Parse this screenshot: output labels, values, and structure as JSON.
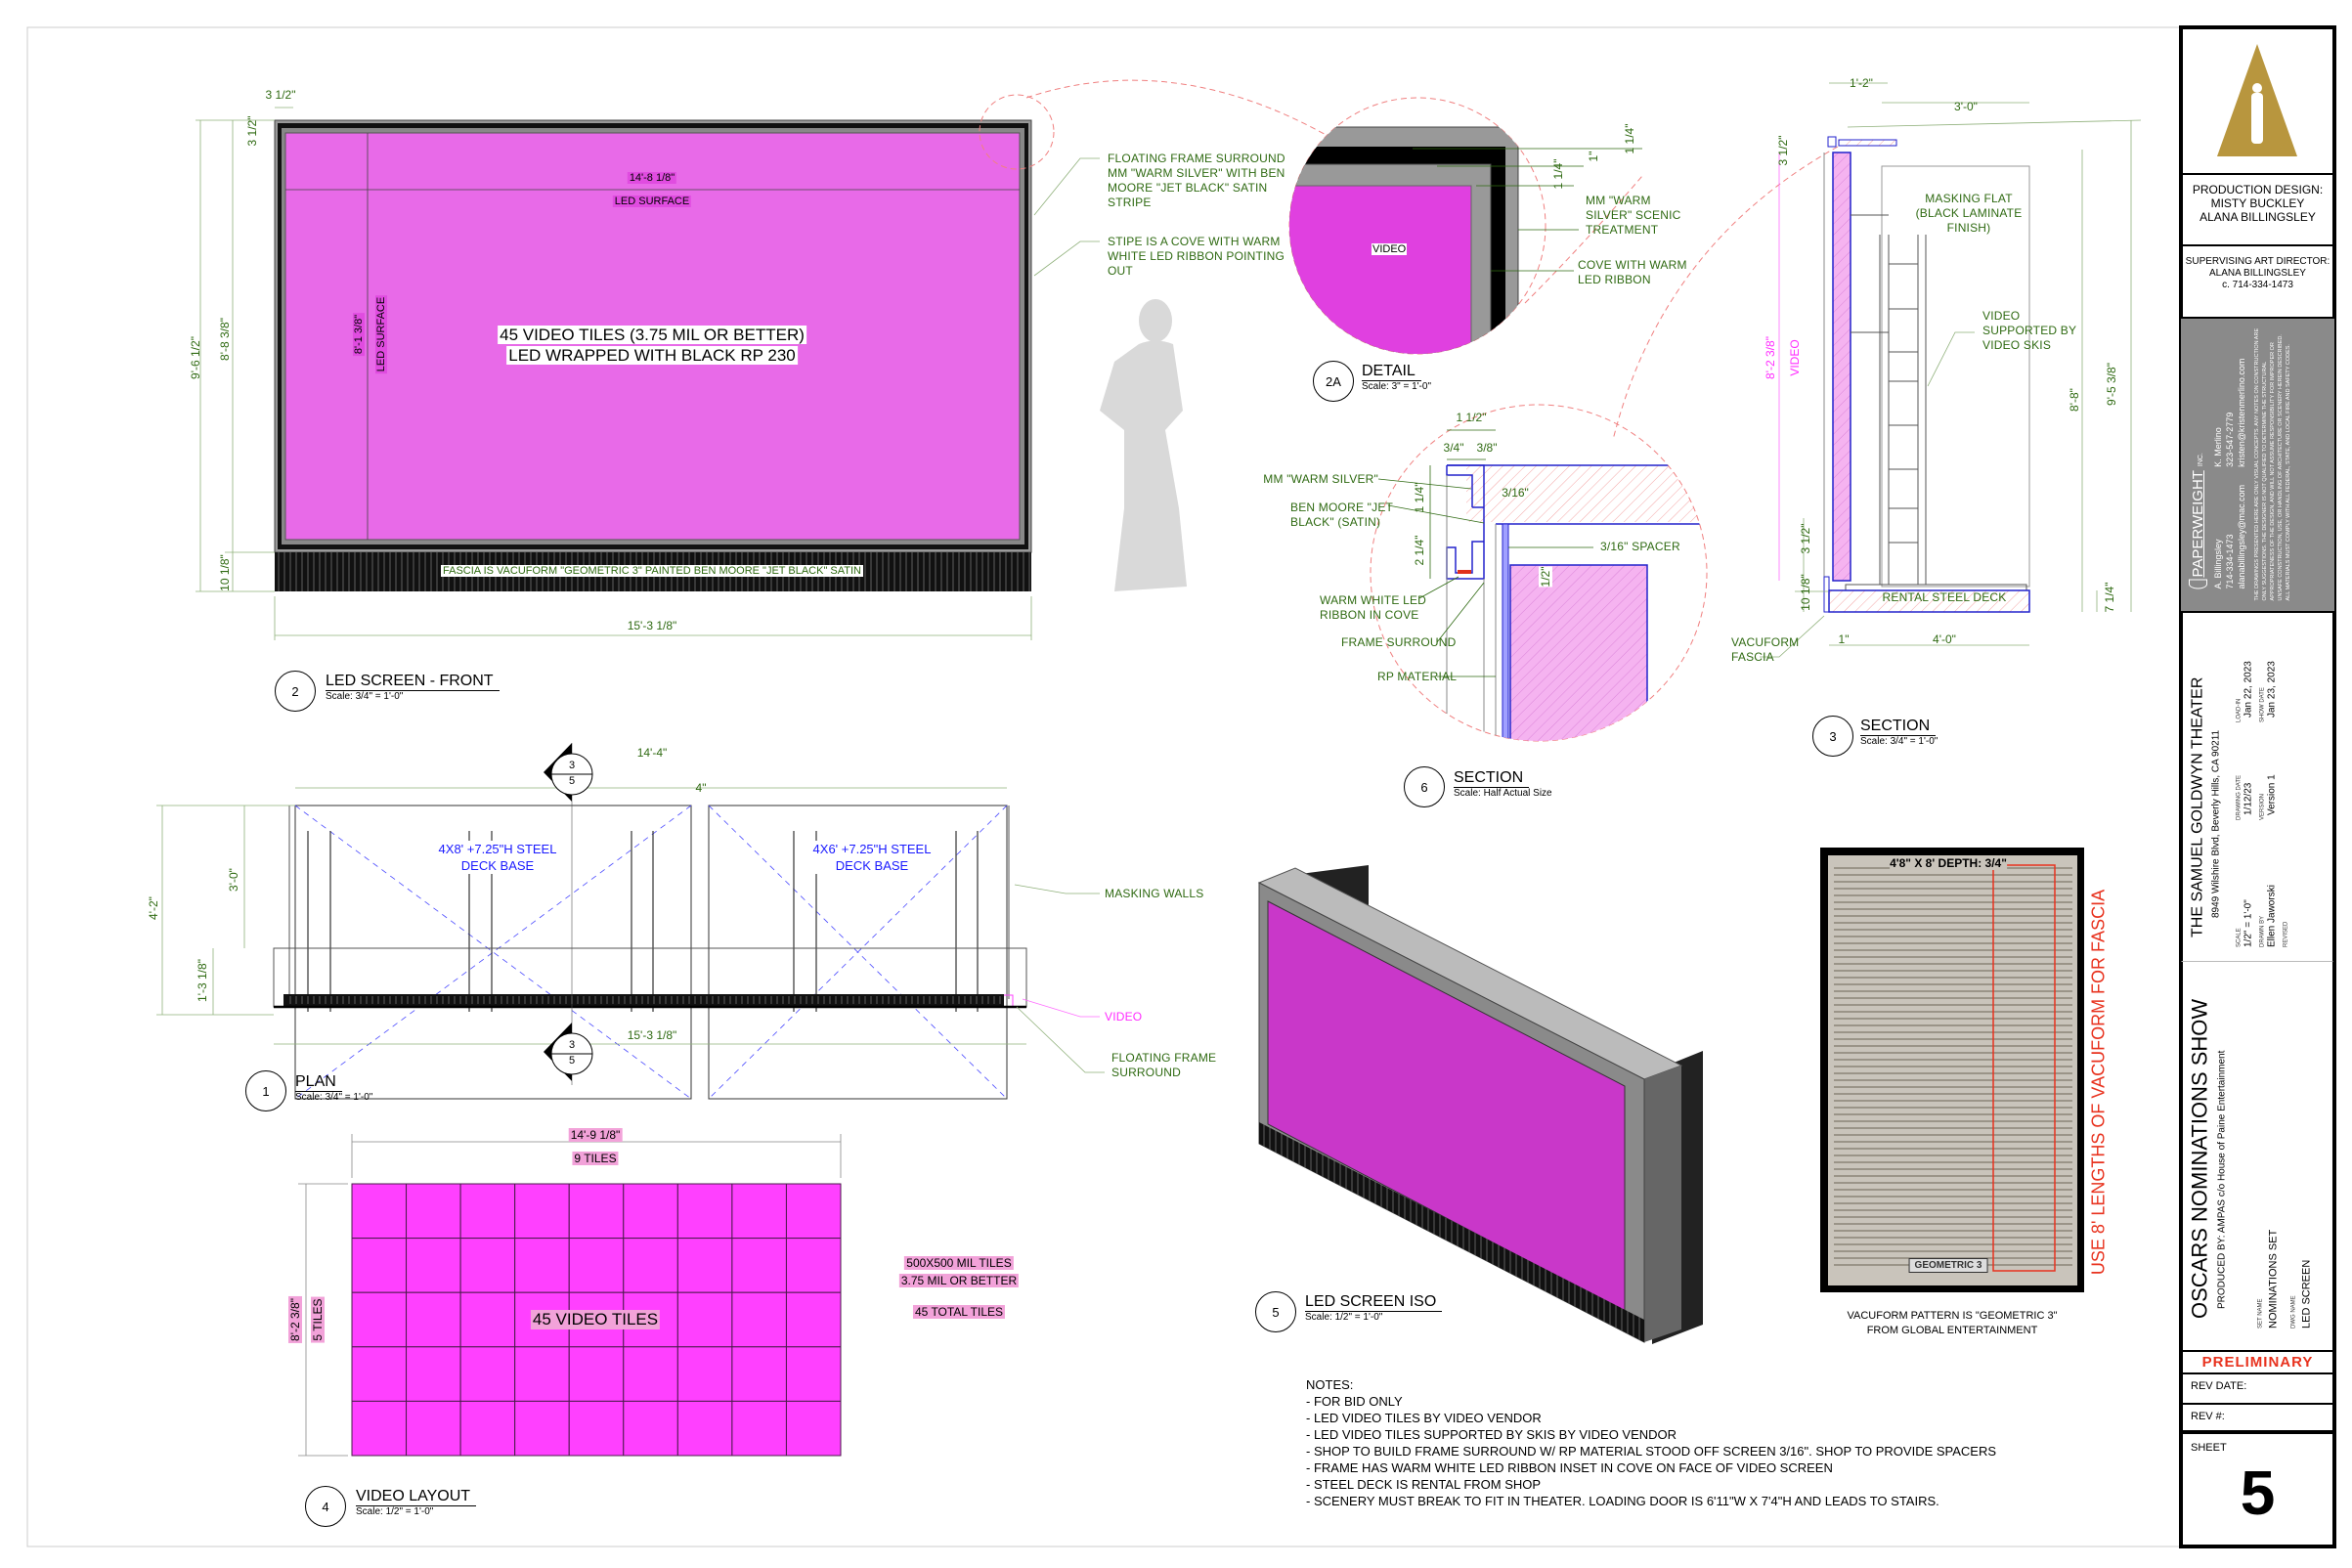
{
  "front": {
    "title": "LED SCREEN - FRONT",
    "number": "2",
    "scale": "Scale: 3/4\" = 1'-0\"",
    "dims": {
      "top_3_1_2": "3 1/2\"",
      "side_3_1_2": "3 1/2\"",
      "overall_h": "9'-6 1/2\"",
      "frame_h": "8'-8 3/8\"",
      "fascia_h": "10 1/8\"",
      "led_w": "14'-8 1/8\"",
      "led_h": "8'-1 3/8\"",
      "overall_w": "15'-3 1/8\""
    },
    "led_surface": "LED SURFACE",
    "main_line1": "45 VIDEO TILES (3.75 MIL OR BETTER)",
    "main_line2": "LED WRAPPED WITH BLACK RP 230",
    "fascia_note": "FASCIA IS VACUFORM \"GEOMETRIC 3\" PAINTED BEN MOORE \"JET BLACK\" SATIN",
    "note_frame": [
      "FLOATING FRAME SURROUND",
      "MM \"WARM SILVER\" WITH BEN",
      "MOORE \"JET BLACK\" SATIN",
      "STRIPE"
    ],
    "note_stripe": [
      "STIPE IS A COVE WITH WARM",
      "WHITE LED RIBBON POINTING",
      "OUT"
    ]
  },
  "detail": {
    "number": "2A",
    "title": "DETAIL",
    "scale": "Scale: 3\" = 1'-0\"",
    "video": "VIDEO",
    "dims": [
      "1 1/4\"",
      "1\"",
      "1 1/4\""
    ],
    "note_silver": [
      "MM \"WARM",
      "SILVER\" SCENIC",
      "TREATMENT"
    ],
    "note_cove": [
      "COVE WITH WARM",
      "LED RIBBON"
    ]
  },
  "section6": {
    "number": "6",
    "title": "SECTION",
    "scale": "Scale: Half Actual Size",
    "dims": {
      "w_total": "1 1/2\"",
      "w_a": "3/4\"",
      "w_b": "3/8\"",
      "gap": "3/16\"",
      "h_a": "1 1/4\"",
      "h_b": "2 1/4\"",
      "h_c": "1/2\""
    },
    "labels": {
      "silver": "MM \"WARM SILVER\"",
      "black1": "BEN MOORE \"JET",
      "black2": "BLACK\" (SATIN)",
      "led1": "WARM WHITE LED",
      "led2": "RIBBON IN COVE",
      "frame": "FRAME SURROUND",
      "rp": "RP MATERIAL",
      "spacer": "3/16\" SPACER"
    }
  },
  "section3": {
    "number": "3",
    "title": "SECTION",
    "scale": "Scale: 3/4\" = 1'-0\"",
    "dims": {
      "d1": "1'-2\"",
      "d2": "3'-0\"",
      "top": "3 1/2\"",
      "video_h": "8'-2 3/8\"",
      "mask_h": "8'-8\"",
      "total_h": "9'-5 3/8\"",
      "bot": "3 1/2\"",
      "fascia": "10 1/8\"",
      "deck_h": "7 1/4\"",
      "gap": "1\"",
      "deck_w": "4'-0\""
    },
    "video": "VIDEO",
    "masking": [
      "MASKING FLAT",
      "(BLACK LAMINATE",
      "FINISH)"
    ],
    "skis": [
      "VIDEO",
      "SUPPORTED BY",
      "VIDEO SKIS"
    ],
    "deck": "RENTAL STEEL DECK",
    "fascia": [
      "VACUFORM",
      "FASCIA"
    ]
  },
  "plan": {
    "number": "1",
    "title": "PLAN",
    "scale": "Scale: 3/4\" = 1'-0\"",
    "dims": {
      "w": "14'-4\"",
      "gap": "4\"",
      "d": "4'-2\"",
      "deck": "3'-0\"",
      "front": "1'-3 1/8\"",
      "overall": "15'-3 1/8\""
    },
    "deck_a": [
      "4X8' +7.25\"H STEEL",
      "DECK BASE"
    ],
    "deck_b": [
      "4X6' +7.25\"H STEEL",
      "DECK BASE"
    ],
    "marker_top": "3",
    "marker_bottom": "5",
    "note_masking": "MASKING WALLS",
    "note_video": "VIDEO",
    "note_frame": [
      "FLOATING FRAME",
      "SURROUND"
    ]
  },
  "layout": {
    "number": "4",
    "title": "VIDEO LAYOUT",
    "scale": "Scale: 1/2\" = 1'-0\"",
    "width": "14'-9 1/8\"",
    "cols_label": "9 TILES",
    "height": "8'-2 3/8\"",
    "rows_label": "5 TILES",
    "cols": 9,
    "rows": 5,
    "center": "45 VIDEO TILES",
    "spec1": "500X500 MIL TILES",
    "spec2": "3.75 MIL OR BETTER",
    "total": "45 TOTAL TILES"
  },
  "iso": {
    "number": "5",
    "title": "LED SCREEN ISO",
    "scale": "Scale: 1/2\" = 1'-0\""
  },
  "vacuform": {
    "header": "4'8\" X 8' DEPTH: 3/4\"",
    "tag": "GEOMETRIC 3",
    "caption1": "VACUFORM PATTERN IS \"GEOMETRIC 3\"",
    "caption2": "FROM GLOBAL ENTERTAINMENT",
    "side_note": "USE 8' LENGTHS OF VACUFORM FOR FASCIA"
  },
  "notes": {
    "heading": "NOTES:",
    "items": [
      "- FOR BID ONLY",
      "- LED VIDEO TILES BY VIDEO VENDOR",
      "- LED VIDEO TILES SUPPORTED BY SKIS BY VIDEO VENDOR",
      "- SHOP TO BUILD FRAME SURROUND W/ RP MATERIAL STOOD OFF SCREEN 3/16\". SHOP TO PROVIDE SPACERS",
      "- FRAME HAS WARM WHITE LED RIBBON INSET IN COVE ON FACE OF VIDEO SCREEN",
      "- STEEL DECK IS RENTAL FROM SHOP",
      "- SCENERY MUST BREAK TO FIT IN THEATER. LOADING DOOR IS 6'11\"W X 7'4\"H AND LEADS TO STAIRS."
    ]
  },
  "title_block": {
    "logo": "oscar-statuette-logo",
    "production_design_label": "PRODUCTION DESIGN:",
    "production_design_names": [
      "MISTY BUCKLEY",
      "ALANA BILLINGSLEY"
    ],
    "supervising_label": "SUPERVISING ART DIRECTOR:",
    "supervising_name": "ALANA BILLINGSLEY",
    "supervising_phone": "c. 714-334-1473",
    "company": "PAPERWEIGHT",
    "company_suffix": "INC.",
    "contact_a": {
      "name": "A. Billingsley",
      "phone": "714-334-1473",
      "email": "alanabillingsley@mac.com"
    },
    "contact_b": {
      "name": "K. Merlino",
      "phone": "323-547-2779",
      "email": "kristen@kristenmerlino.com"
    },
    "disclaimer": "THE DRAWINGS PRESENTED HERE ARE ONLY VISUAL CONCEPTS. ANY NOTES ON CONSTRUCTION ARE ONLY SUGGESTIONS. THE DESIGNER IS NOT QUALIFIED TO DETERMINE THE STRUCTURAL APPROPRIATENESS OF THE DESIGN, AND WILL NOT ASSUME RESPONSIBILITY FOR IMPROPER OR UNSAFE CONSTRUCTION, USE, OR HANDLING OF ARCHITECTURE OR SCENERY HEREIN DESCRIBED. ALL MATERIALS MUST COMPLY WITH ALL FEDERAL, STATE, AND LOCAL FIRE AND SAFETY CODES.",
    "show": "OSCARS NOMINATIONS SHOW",
    "produced_by": "PRODUCED BY: AMPAS c/o House of Paine Entertainment",
    "theater": "THE SAMUEL GOLDWYN THEATER",
    "address": "8949 Wilshire Blvd, Beverly Hills, CA 90211",
    "fields": {
      "drawing_date_label": "DRAWING DATE",
      "drawing_date": "1/12/23",
      "load_in_label": "LOAD-IN",
      "load_in": "Jan 22, 2023",
      "version_label": "VERSION",
      "version": "Version 1",
      "show_date_label": "SHOW DATE",
      "show_date": "Jan 23, 2023",
      "scale_label": "SCALE",
      "scale": "1/2\" = 1'-0\"",
      "drawn_by_label": "DRAWN BY",
      "drawn_by": "Ellen Jaworski",
      "revised_label": "REVISED",
      "set_name_label": "SET NAME",
      "set_name": "NOMINATIONS SET",
      "dwg_name_label": "DWG NAME",
      "dwg_name": "LED SCREEN"
    },
    "status": "PRELIMINARY",
    "rev_date_label": "REV DATE:",
    "rev_num_label": "REV #:",
    "sheet_label": "SHEET",
    "sheet_number": "5"
  },
  "colors": {
    "green": "#2f6a12",
    "magenta": "#e86ae8",
    "tile": "#ff40ff",
    "red": "#e8321e",
    "gold": "#b8963e"
  }
}
